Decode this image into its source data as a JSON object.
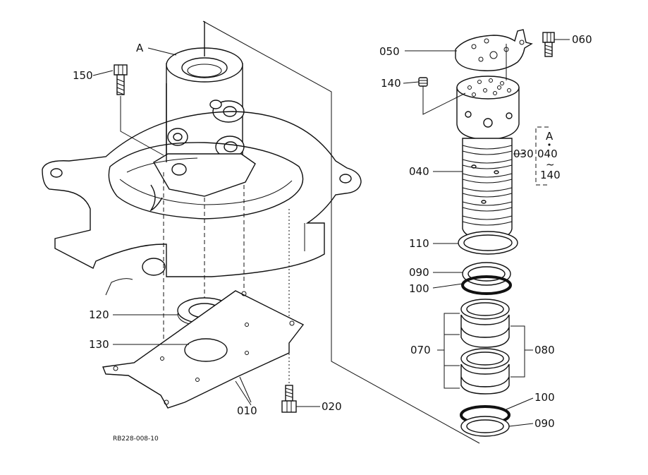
{
  "labels": {
    "a_top": "A",
    "p150": "150",
    "p120": "120",
    "p130": "130",
    "p010": "010",
    "p020": "020",
    "p050": "050",
    "p060": "060",
    "p140": "140",
    "p030": "030",
    "p040": "040",
    "p110": "110",
    "p090a": "090",
    "p100a": "100",
    "p070": "070",
    "p080": "080",
    "p100b": "100",
    "p090b": "090",
    "detail_a": "A",
    "detail_040": "040",
    "detail_tilde": "~",
    "detail_140": "140"
  },
  "figure_code": "RB228-008-10"
}
